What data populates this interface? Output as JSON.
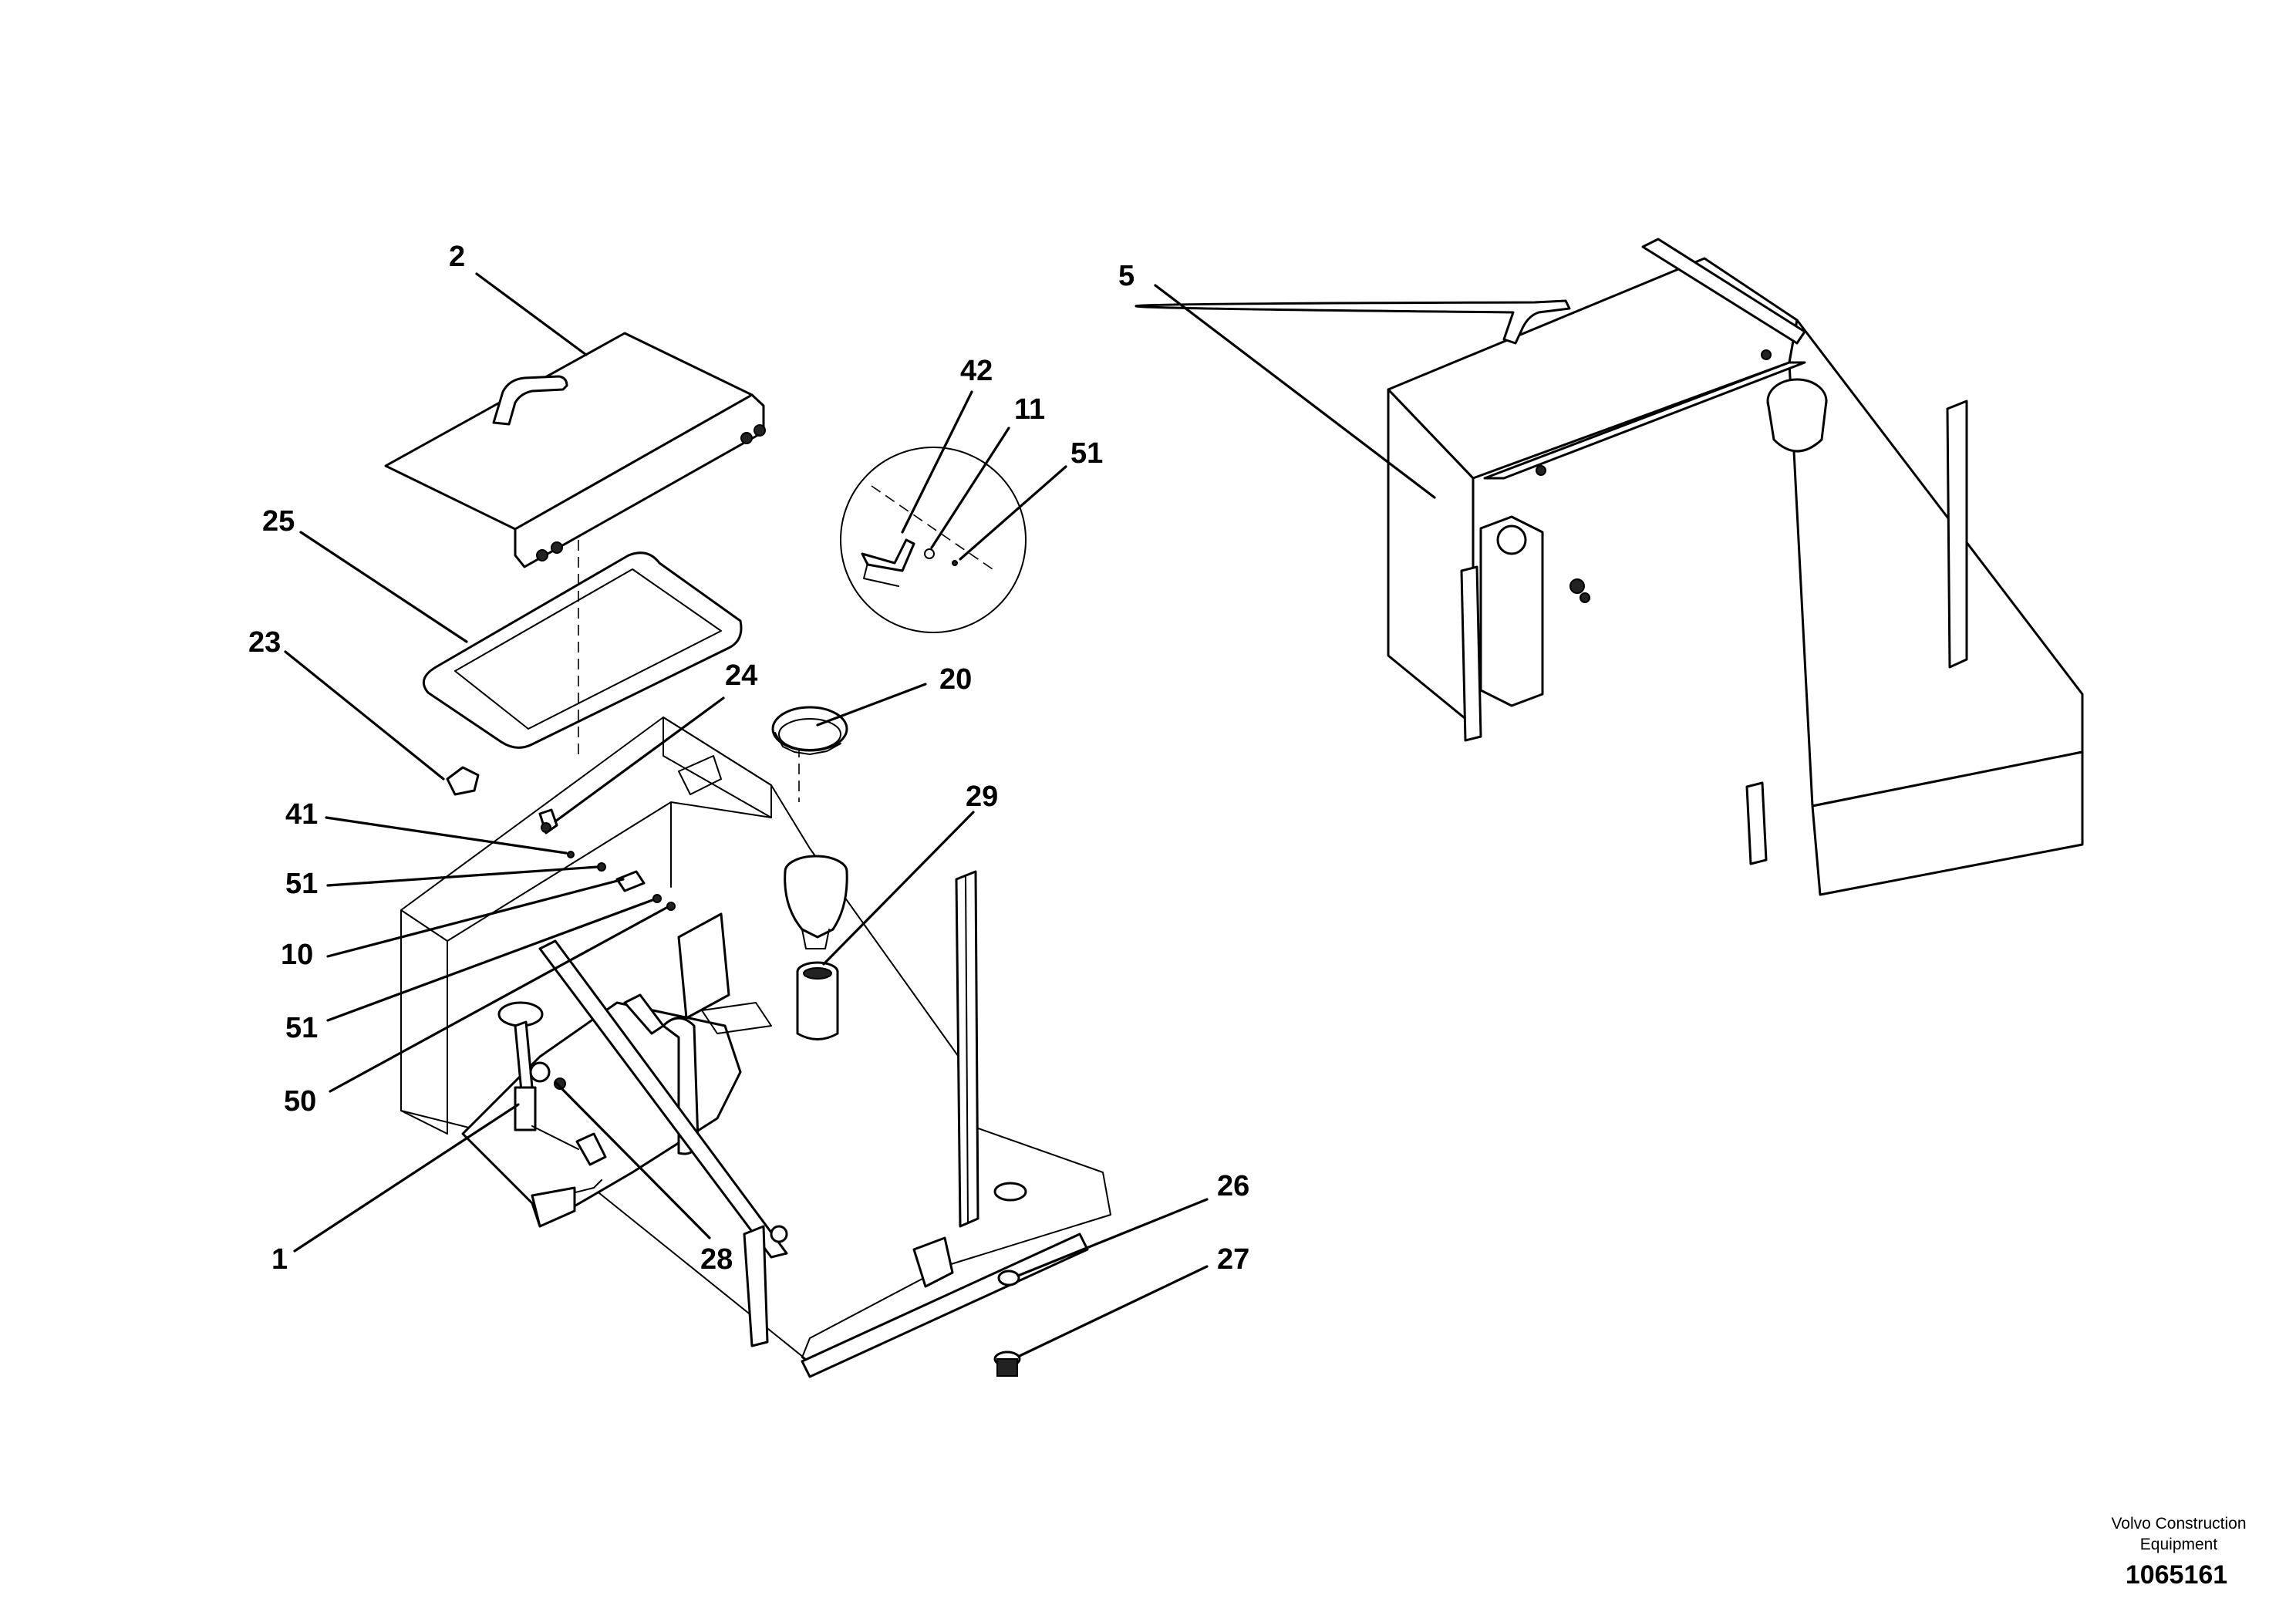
{
  "diagram": {
    "callouts": {
      "c2": "2",
      "c25": "25",
      "c23": "23",
      "c24": "24",
      "c41": "41",
      "c51a": "51",
      "c10": "10",
      "c51b": "51",
      "c50": "50",
      "c1": "1",
      "c28": "28",
      "c20": "20",
      "c29": "29",
      "c42": "42",
      "c11": "11",
      "c51c": "51",
      "c5": "5",
      "c26": "26",
      "c27": "27"
    }
  },
  "footer": {
    "company_line1": "Volvo Construction",
    "company_line2": "Equipment",
    "drawing_number": "1065161"
  }
}
